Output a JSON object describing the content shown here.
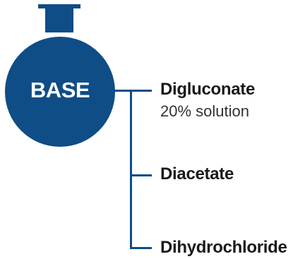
{
  "colors": {
    "flask": "#0f4d87",
    "connector": "#0f4d87",
    "label_text": "#1a1a1a",
    "sub_text": "#333333"
  },
  "flask": {
    "label": "BASE",
    "icon": "round-bottom-flask-icon"
  },
  "branches": [
    {
      "title": "Digluconate",
      "subtitle": "20% solution"
    },
    {
      "title": "Diacetate"
    },
    {
      "title": "Dihydrochloride"
    }
  ]
}
